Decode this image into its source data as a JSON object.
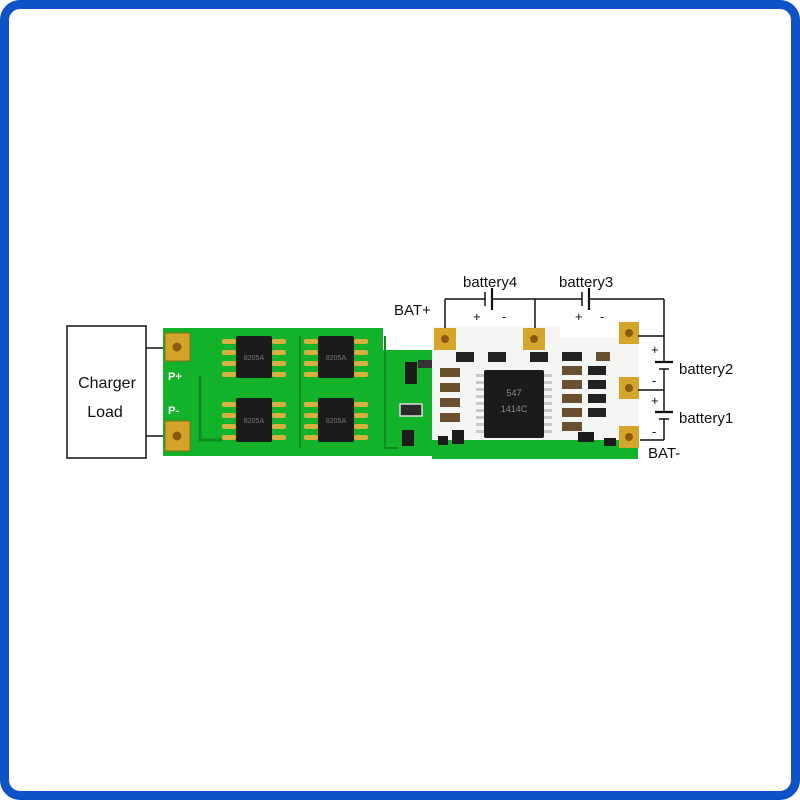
{
  "diagram": {
    "load_box_line1": "Charger",
    "load_box_line2": "Load",
    "pad_p_plus": "P+",
    "pad_p_minus": "P-",
    "bat_plus": "BAT+",
    "bat_minus": "BAT-",
    "battery4": "battery4",
    "battery3": "battery3",
    "battery2": "battery2",
    "battery1": "battery1",
    "plus_sign": "+",
    "minus_sign": "-",
    "mosfet_marking": "8205A",
    "ic_marking_1": "547",
    "ic_marking_2": "1414C"
  },
  "colors": {
    "frame": "#0e52c6",
    "pcb_green": "#12b22a",
    "pcb_dark": "#0c7f1c",
    "pad_gold": "#d4a52a",
    "chip_black": "#1b1b1b",
    "wire": "#111111"
  }
}
